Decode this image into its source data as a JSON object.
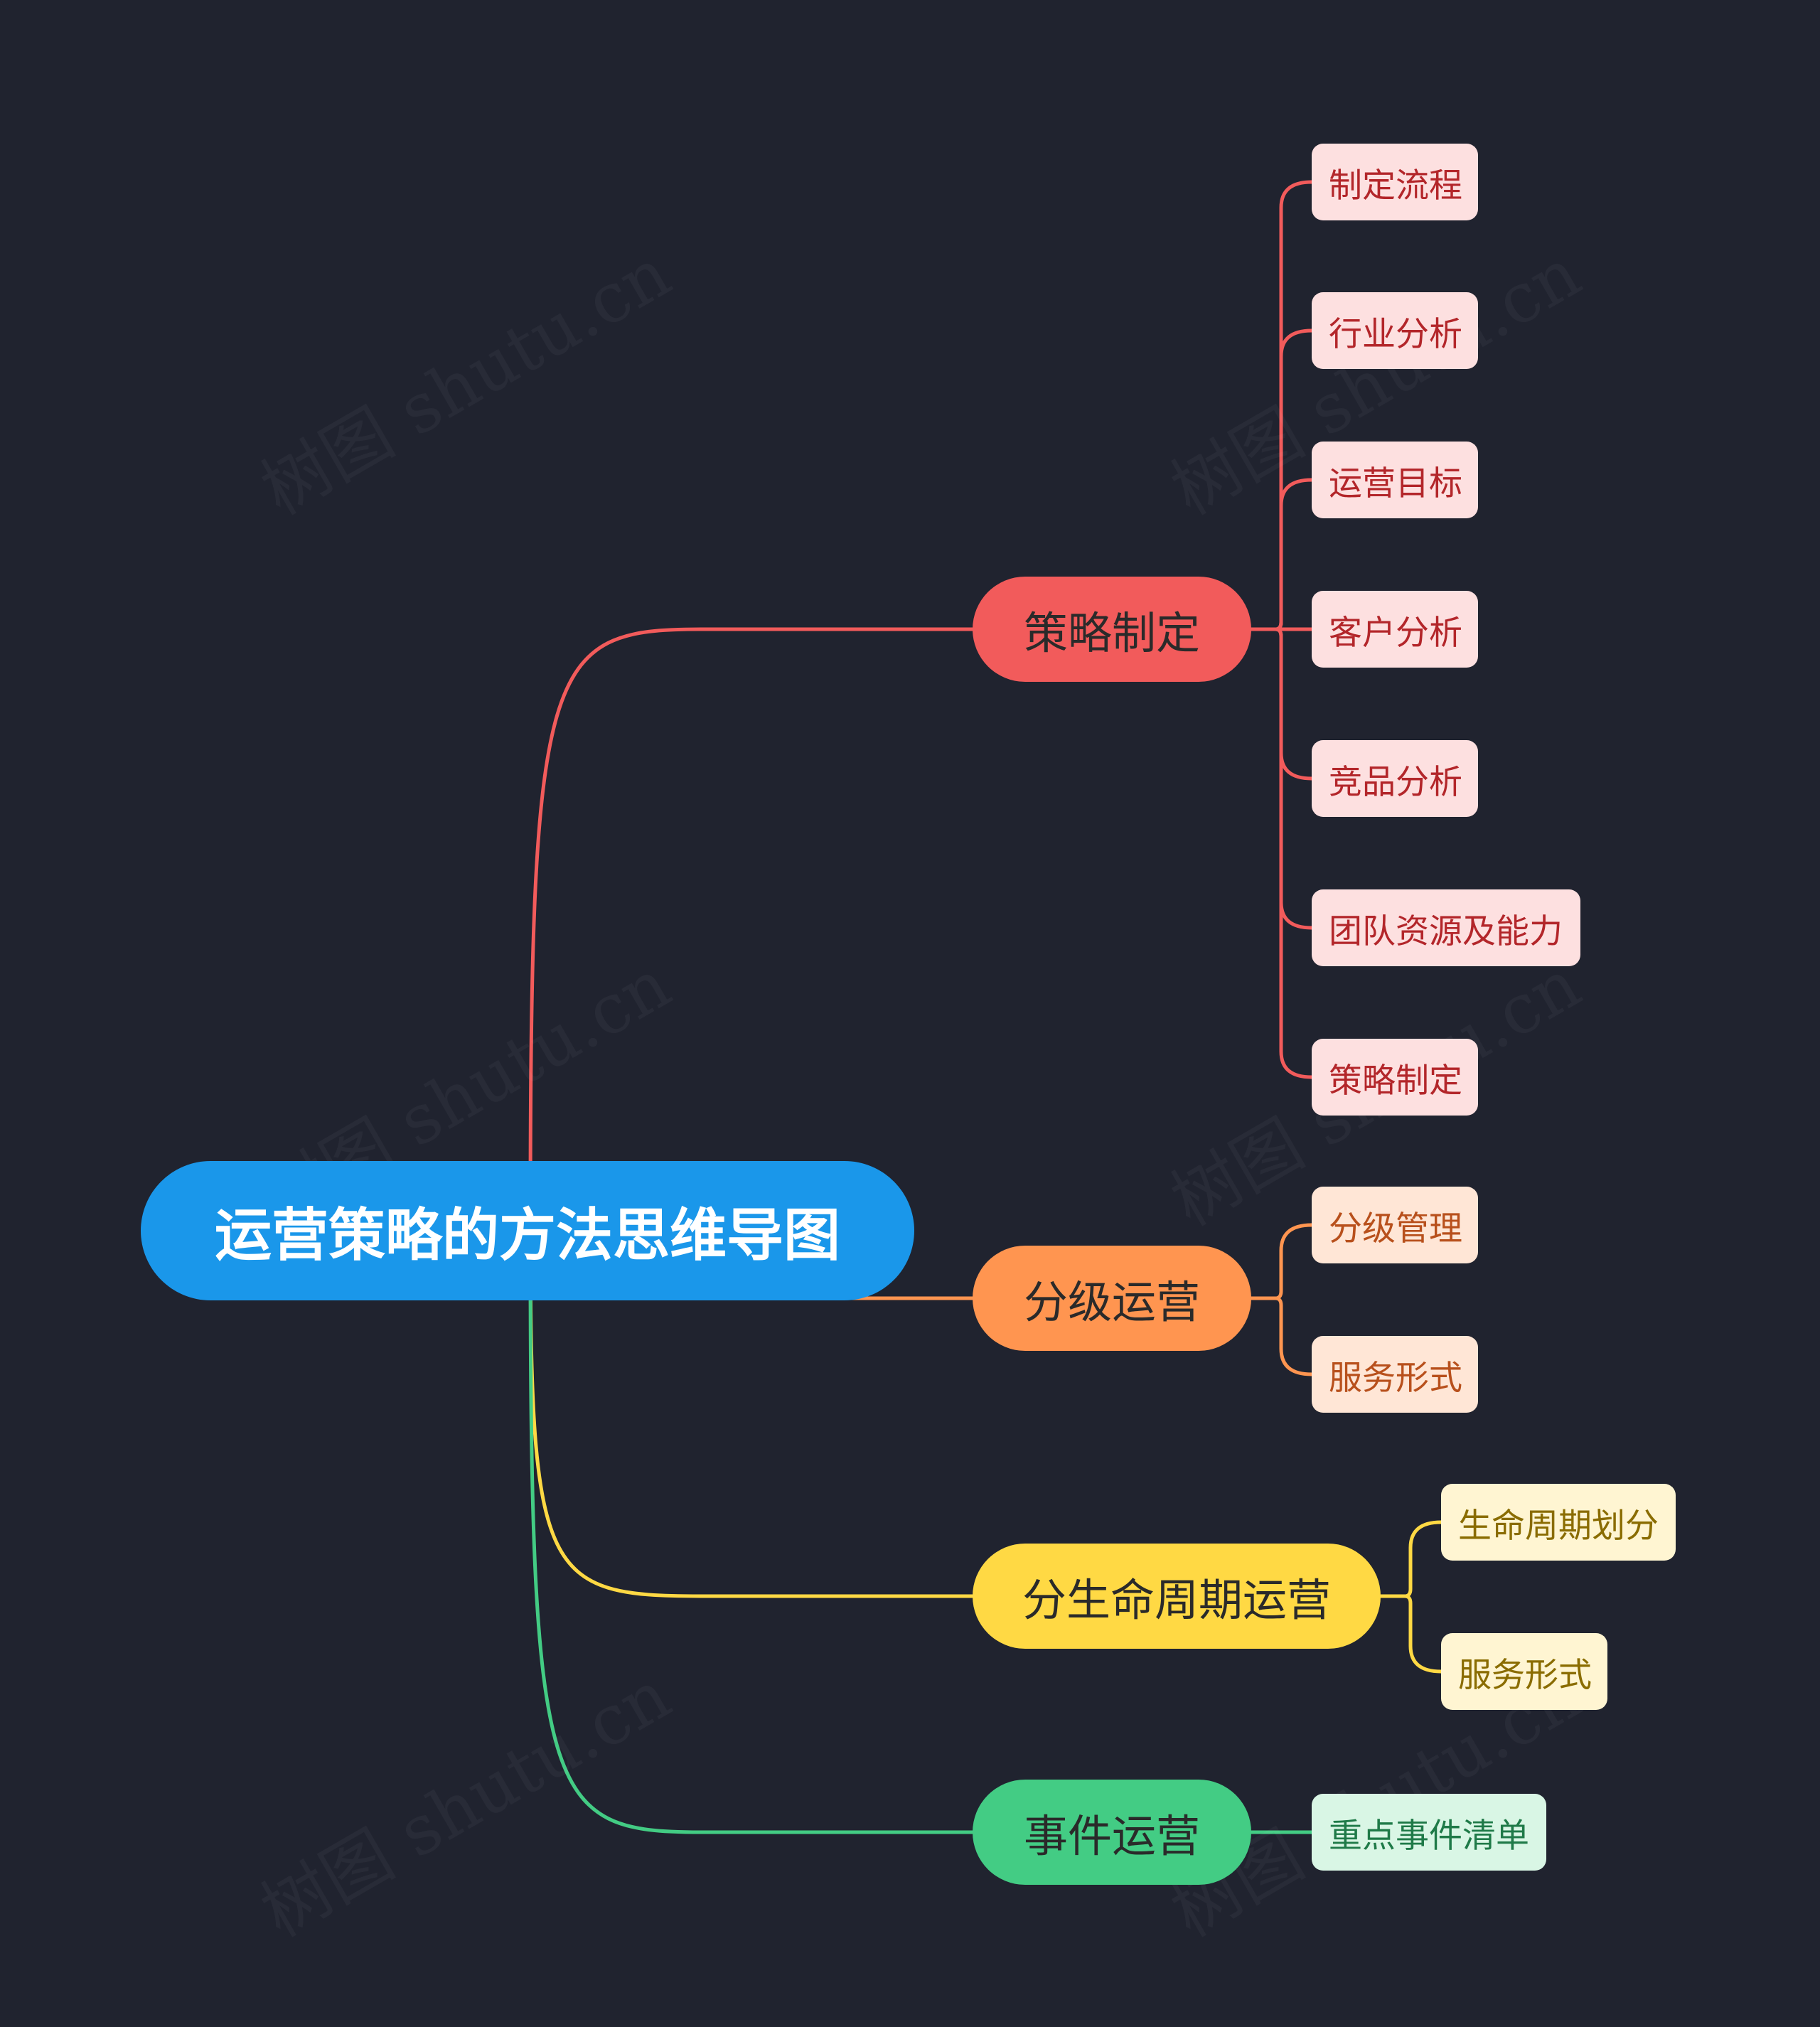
{
  "root": {
    "label": "运营策略的方法思维导图",
    "color": "#1a97ea"
  },
  "branches": [
    {
      "label": "策略制定",
      "color": "#f25b5b",
      "leaf_bg": "#fde0e0",
      "leaf_text": "#b3262a",
      "children": [
        "制定流程",
        "行业分析",
        "运营目标",
        "客户分析",
        "竞品分析",
        "团队资源及能力",
        "策略制定"
      ]
    },
    {
      "label": "分级运营",
      "color": "#ff9550",
      "leaf_bg": "#ffe6d6",
      "leaf_text": "#b8501c",
      "children": [
        "分级管理",
        "服务形式"
      ]
    },
    {
      "label": "分生命周期运营",
      "color": "#ffd944",
      "leaf_bg": "#fff5d2",
      "leaf_text": "#8a6c00",
      "children": [
        "生命周期划分",
        "服务形式"
      ]
    },
    {
      "label": "事件运营",
      "color": "#43cc84",
      "leaf_bg": "#d9f6e5",
      "leaf_text": "#1f7a48",
      "children": [
        "重点事件清单"
      ]
    }
  ],
  "watermark": "树图 shutu.cn"
}
